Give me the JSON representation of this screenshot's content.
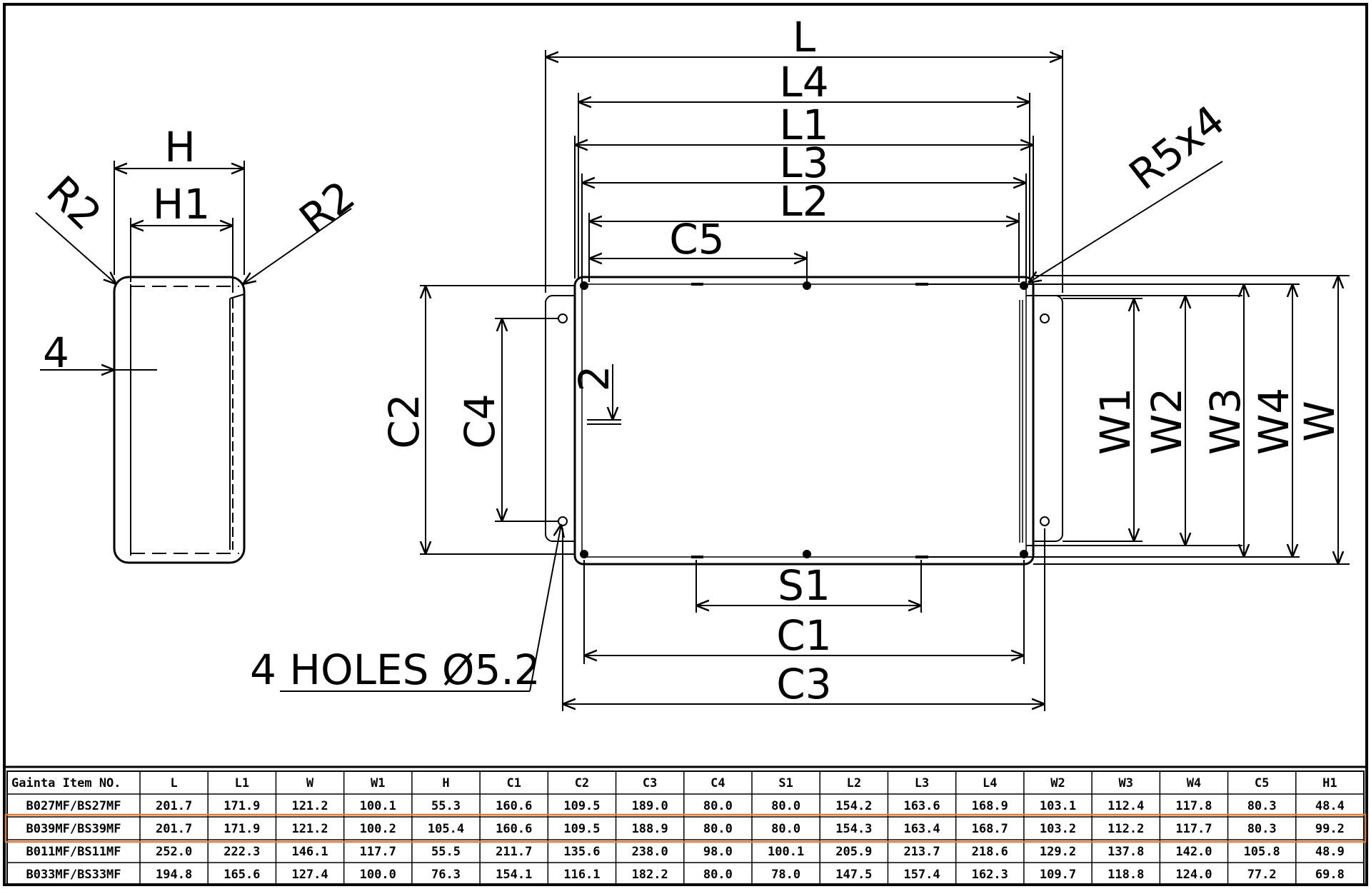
{
  "drawing": {
    "labels": {
      "L": "L",
      "L4": "L4",
      "L1": "L1",
      "L3": "L3",
      "L2": "L2",
      "C5": "C5",
      "R5x4": "R5x4",
      "H": "H",
      "H1": "H1",
      "R2_left": "R2",
      "R2_right": "R2",
      "four": "4",
      "C2": "C2",
      "C4": "C4",
      "two": "2",
      "W1": "W1",
      "W2": "W2",
      "W3": "W3",
      "W4": "W4",
      "W": "W",
      "S1": "S1",
      "C1": "C1",
      "C3": "C3",
      "holes": "4 HOLES Ø5.2"
    }
  },
  "table": {
    "highlight_color": "#e07a2e",
    "highlighted_row": 1,
    "headers": [
      "Gainta Item NO.",
      "L",
      "L1",
      "W",
      "W1",
      "H",
      "C1",
      "C2",
      "C3",
      "C4",
      "S1",
      "L2",
      "L3",
      "L4",
      "W2",
      "W3",
      "W4",
      "C5",
      "H1"
    ],
    "rows": [
      [
        "B027MF/BS27MF",
        "201.7",
        "171.9",
        "121.2",
        "100.1",
        "55.3",
        "160.6",
        "109.5",
        "189.0",
        "80.0",
        "80.0",
        "154.2",
        "163.6",
        "168.9",
        "103.1",
        "112.4",
        "117.8",
        "80.3",
        "48.4"
      ],
      [
        "B039MF/BS39MF",
        "201.7",
        "171.9",
        "121.2",
        "100.2",
        "105.4",
        "160.6",
        "109.5",
        "188.9",
        "80.0",
        "80.0",
        "154.3",
        "163.4",
        "168.7",
        "103.2",
        "112.2",
        "117.7",
        "80.3",
        "99.2"
      ],
      [
        "B011MF/BS11MF",
        "252.0",
        "222.3",
        "146.1",
        "117.7",
        "55.5",
        "211.7",
        "135.6",
        "238.0",
        "98.0",
        "100.1",
        "205.9",
        "213.7",
        "218.6",
        "129.2",
        "137.8",
        "142.0",
        "105.8",
        "48.9"
      ],
      [
        "B033MF/BS33MF",
        "194.8",
        "165.6",
        "127.4",
        "100.0",
        "76.3",
        "154.1",
        "116.1",
        "182.2",
        "80.0",
        "78.0",
        "147.5",
        "157.4",
        "162.3",
        "109.7",
        "118.8",
        "124.0",
        "77.2",
        "69.8"
      ]
    ]
  }
}
